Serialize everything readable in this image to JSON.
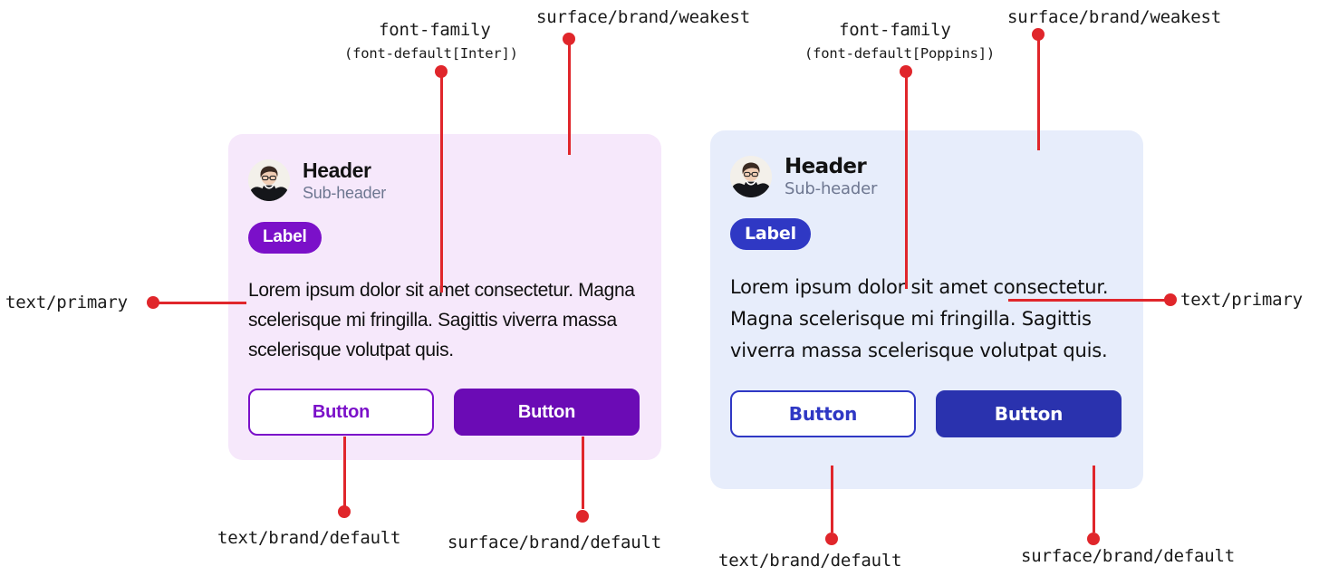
{
  "annotations": {
    "font_family_left": {
      "title": "font-family",
      "detail": "(font-default[Inter])"
    },
    "font_family_right": {
      "title": "font-family",
      "detail": "(font-default[Poppins])"
    },
    "surface_brand_weakest_left": "surface/brand/weakest",
    "surface_brand_weakest_right": "surface/brand/weakest",
    "text_primary_left": "text/primary",
    "text_primary_right": "text/primary",
    "text_brand_default_left": "text/brand/default",
    "surface_brand_default_left": "surface/brand/default",
    "text_brand_default_right": "text/brand/default",
    "surface_brand_default_right": "surface/brand/default",
    "accent_color": "#e0262b"
  },
  "cards": {
    "left": {
      "variant": "purple",
      "surface_color": "#f6e8fb",
      "brand_color": "#7b10c9",
      "brand_filled_color": "#6b0bb5",
      "header": "Header",
      "sub_header": "Sub-header",
      "badge": "Label",
      "body": "Lorem ipsum dolor sit amet consectetur. Magna scelerisque mi fringilla. Sagittis viverra massa scelerisque volutpat quis.",
      "button_secondary": "Button",
      "button_primary": "Button"
    },
    "right": {
      "variant": "blue",
      "surface_color": "#e7edfb",
      "brand_color": "#2f38c4",
      "brand_filled_color": "#2a32ae",
      "header": "Header",
      "sub_header": "Sub-header",
      "badge": "Label",
      "body": "Lorem ipsum dolor sit amet consectetur. Magna scelerisque mi fringilla. Sagittis viverra massa scelerisque volutpat quis.",
      "button_secondary": "Button",
      "button_primary": "Button"
    }
  }
}
